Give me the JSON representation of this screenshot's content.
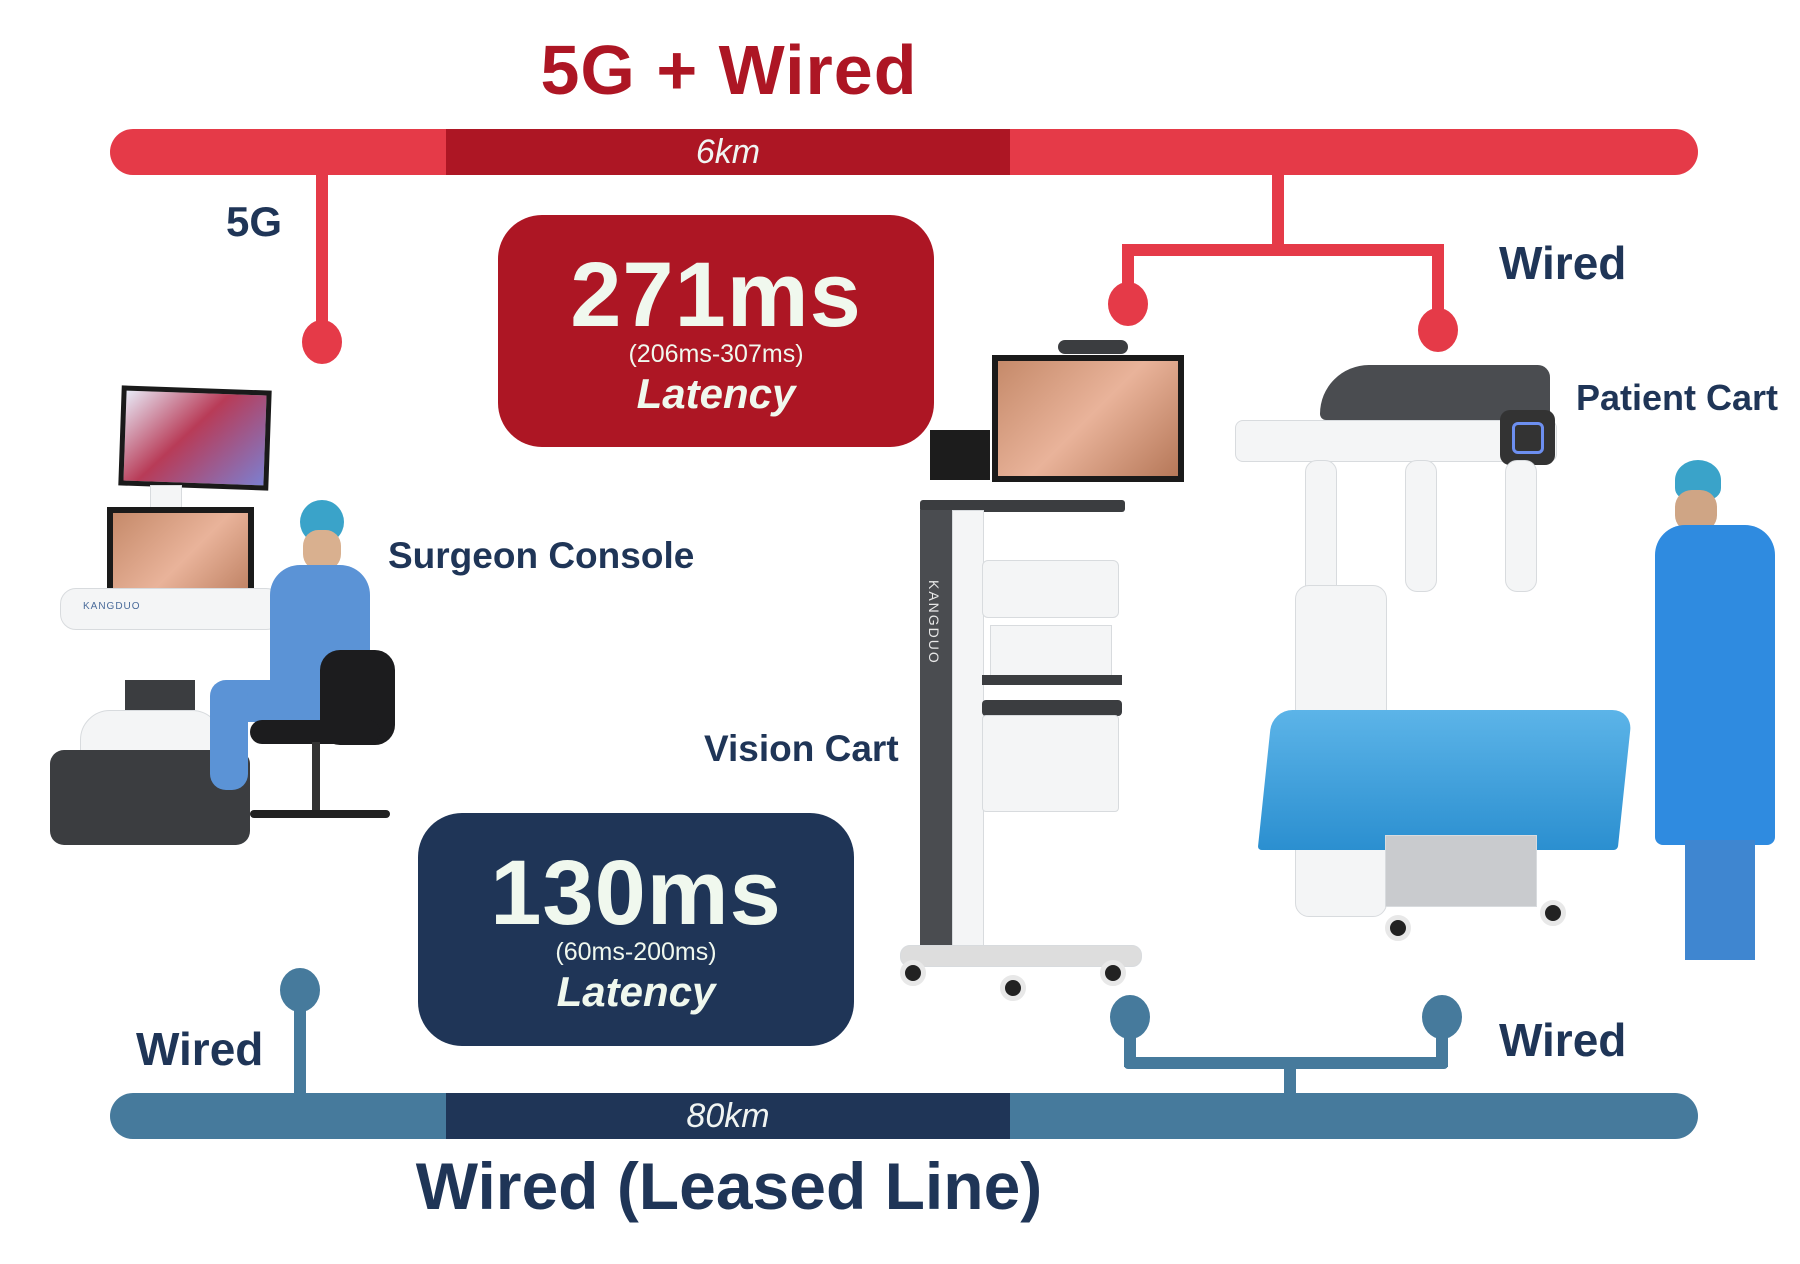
{
  "top_network": {
    "title": "5G + Wired",
    "distance": "6km",
    "left_link_label": "5G",
    "right_link_label": "Wired",
    "latency": {
      "value": "271ms",
      "range": "(206ms-307ms)",
      "label": "Latency"
    }
  },
  "bottom_network": {
    "title": "Wired (Leased Line)",
    "distance": "80km",
    "left_link_label": "Wired",
    "right_link_label": "Wired",
    "latency": {
      "value": "130ms",
      "range": "(60ms-200ms)",
      "label": "Latency"
    }
  },
  "equipment": {
    "surgeon_console": "Surgeon Console",
    "vision_cart": "Vision Cart",
    "patient_cart": "Patient Cart",
    "brand": "KANGDUO"
  },
  "colors": {
    "red_light": "#E53A48",
    "red_dark": "#AD1624",
    "blue_light": "#467A9C",
    "navy": "#1F3557"
  }
}
